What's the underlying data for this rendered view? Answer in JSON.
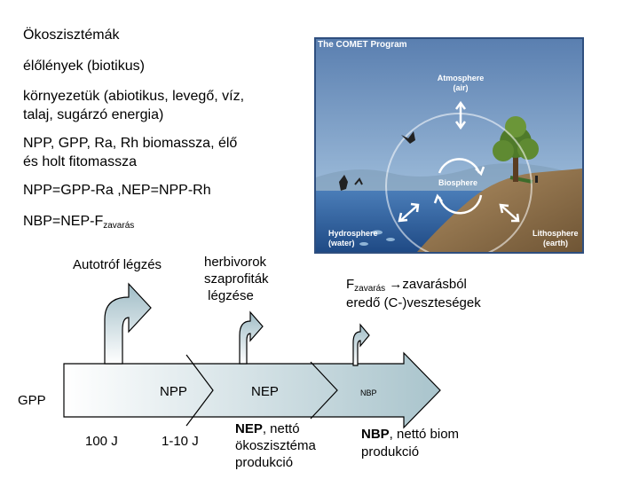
{
  "bullets": {
    "b1": "Ökoszisztémák",
    "b2": "élőlények (biotikus)",
    "b3_l1": "környezetük (abiotikus, levegő, víz,",
    "b3_l2": "talaj, sugárzó energia)",
    "b4_l1": "NPP, GPP, Ra, Rh biomassza, élő",
    "b4_l2": "és holt fitomassza",
    "b5": "NPP=GPP-Ra ,NEP=NPP-Rh",
    "b6_main": "NBP=NEP-F",
    "b6_sub": "zavarás"
  },
  "image": {
    "header": "The COMET Program",
    "atmosphere": "Atmosphere",
    "atmosphere_sub": "(air)",
    "biosphere": "Biosphere",
    "hydrosphere": "Hydrosphere",
    "hydrosphere_sub": "(water)",
    "lithosphere": "Lithosphere",
    "lithosphere_sub": "(earth)"
  },
  "flow": {
    "autotrof": "Autotróf légzés",
    "herbivorok_l1": "herbivorok",
    "herbivorok_l2": "szaprofiták",
    "herbivorok_l3": " légzése",
    "fzav_main": "F",
    "fzav_sub": "zavarás",
    "fzav_rest": " →zavarásból",
    "fzav_l2": "eredő (C-)veszteségek",
    "gpp": "GPP",
    "npp": "NPP",
    "nep": "NEP",
    "nbp": "NBP",
    "j100": "100 J",
    "j110": "1-10 J",
    "nep_label_bold": "NEP",
    "nep_label_rest": ", nettó",
    "nep_label_l2": "ökoszisztéma",
    "nep_label_l3": "produkció",
    "nbp_label_bold": "NBP",
    "nbp_label_rest": ", nettó biom",
    "nbp_label_l2": "produkció"
  },
  "colors": {
    "arrow_fill_light": "#ffffff",
    "arrow_fill_dark": "#a9c4cc",
    "sky_top": "#5a7fb0",
    "sky_bottom": "#b7d3ea",
    "water": "#2e5d9c",
    "earth": "#9a7b55",
    "frame": "#2f4f7f"
  }
}
